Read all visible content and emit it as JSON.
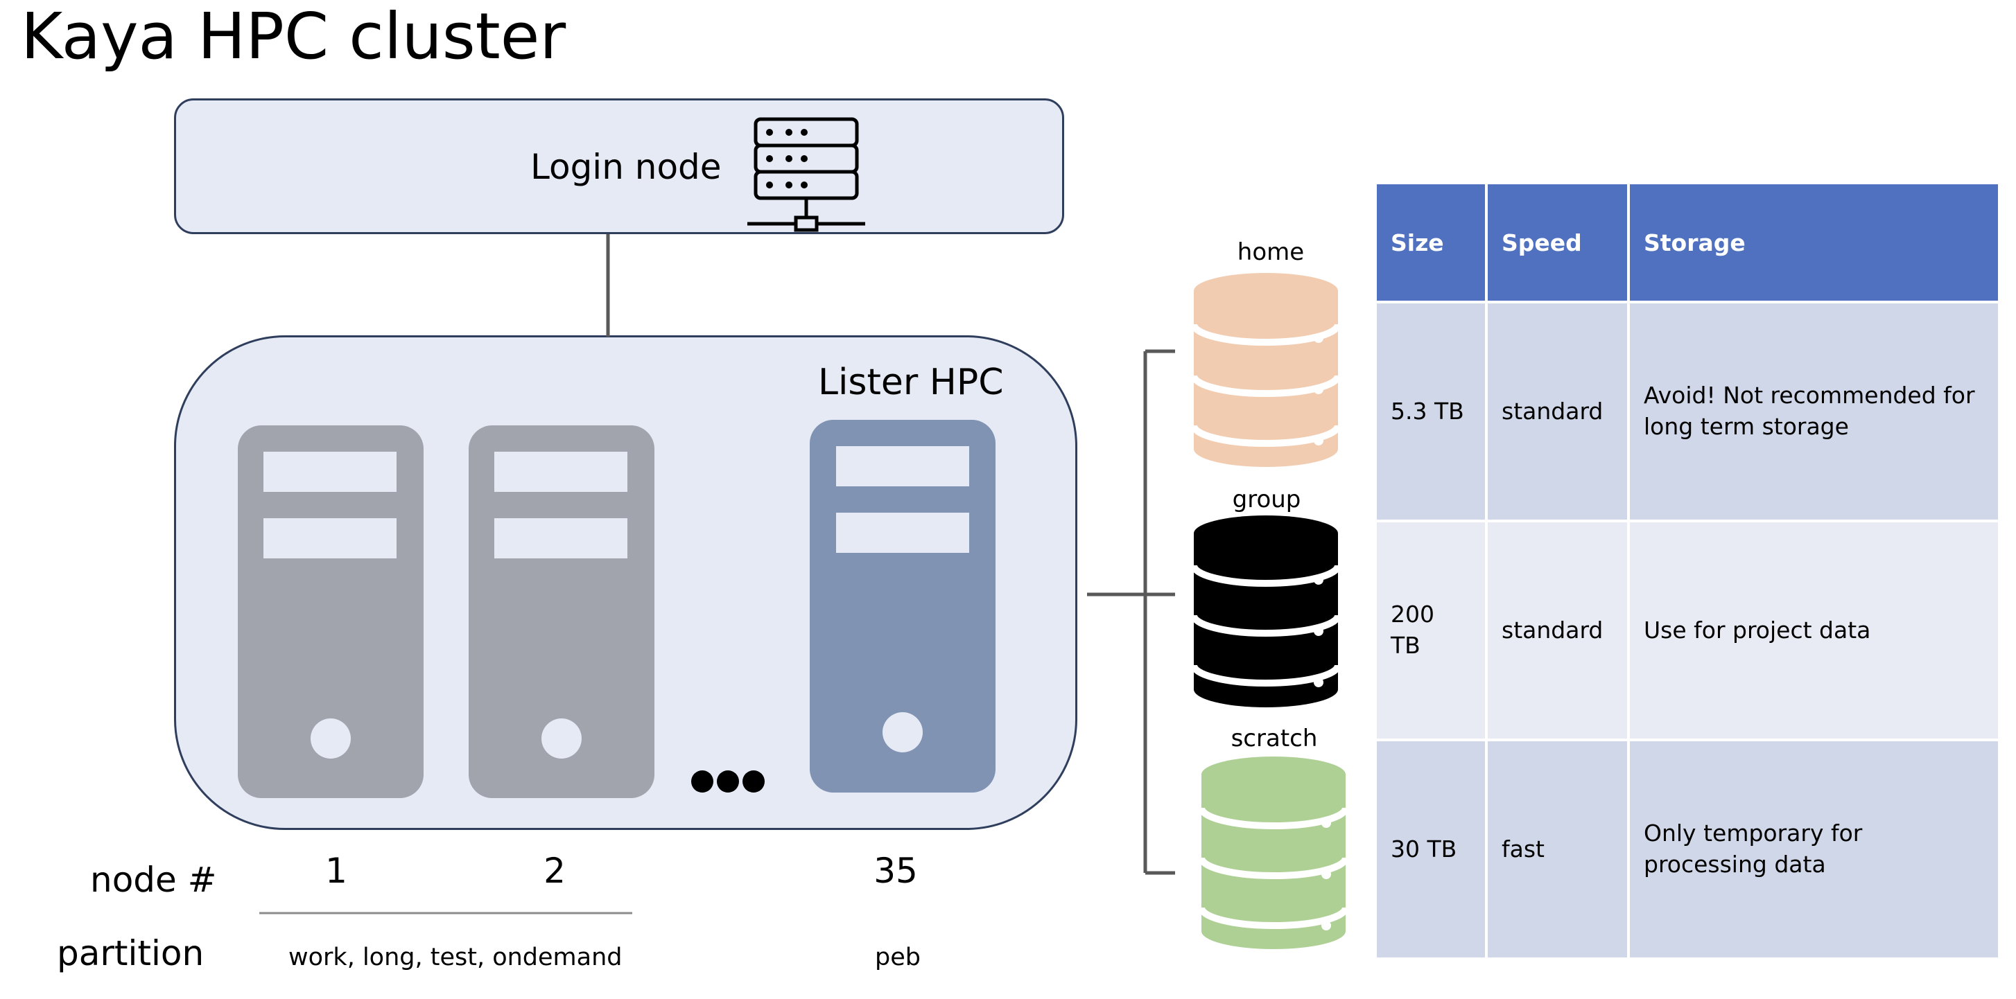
{
  "title": "Kaya HPC cluster",
  "login_node": {
    "label": "Login node",
    "icon": "server-rack-icon"
  },
  "cluster": {
    "label": "Lister HPC",
    "ellipsis_icon": "ellipsis-dots-icon"
  },
  "nodes": {
    "node_label": "node #",
    "partition_label": "partition",
    "numbers": [
      "1",
      "2",
      "35"
    ],
    "partitions": [
      "work, long, test, ondemand",
      "peb"
    ]
  },
  "storage": [
    {
      "name": "home",
      "color": "#f2ccb0"
    },
    {
      "name": "group",
      "color": "#000000"
    },
    {
      "name": "scratch",
      "color": "#afd095"
    }
  ],
  "table": {
    "headers": [
      "Size",
      "Speed",
      "Storage"
    ],
    "rows": [
      [
        "5.3 TB",
        "standard",
        "Avoid! Not recommended for long term storage"
      ],
      [
        "200 TB",
        "standard",
        "Use for project data"
      ],
      [
        "30 TB",
        "fast",
        "Only temporary for processing data"
      ]
    ]
  },
  "colors": {
    "box_fill": "#e6eaf5",
    "box_border": "#2f3e5c",
    "node_gray": "#a1a4ad",
    "node_blue": "#8093b3",
    "header_blue": "#4f71bf",
    "row_dark": "#d0d7e9",
    "row_light": "#e8ebf4"
  }
}
